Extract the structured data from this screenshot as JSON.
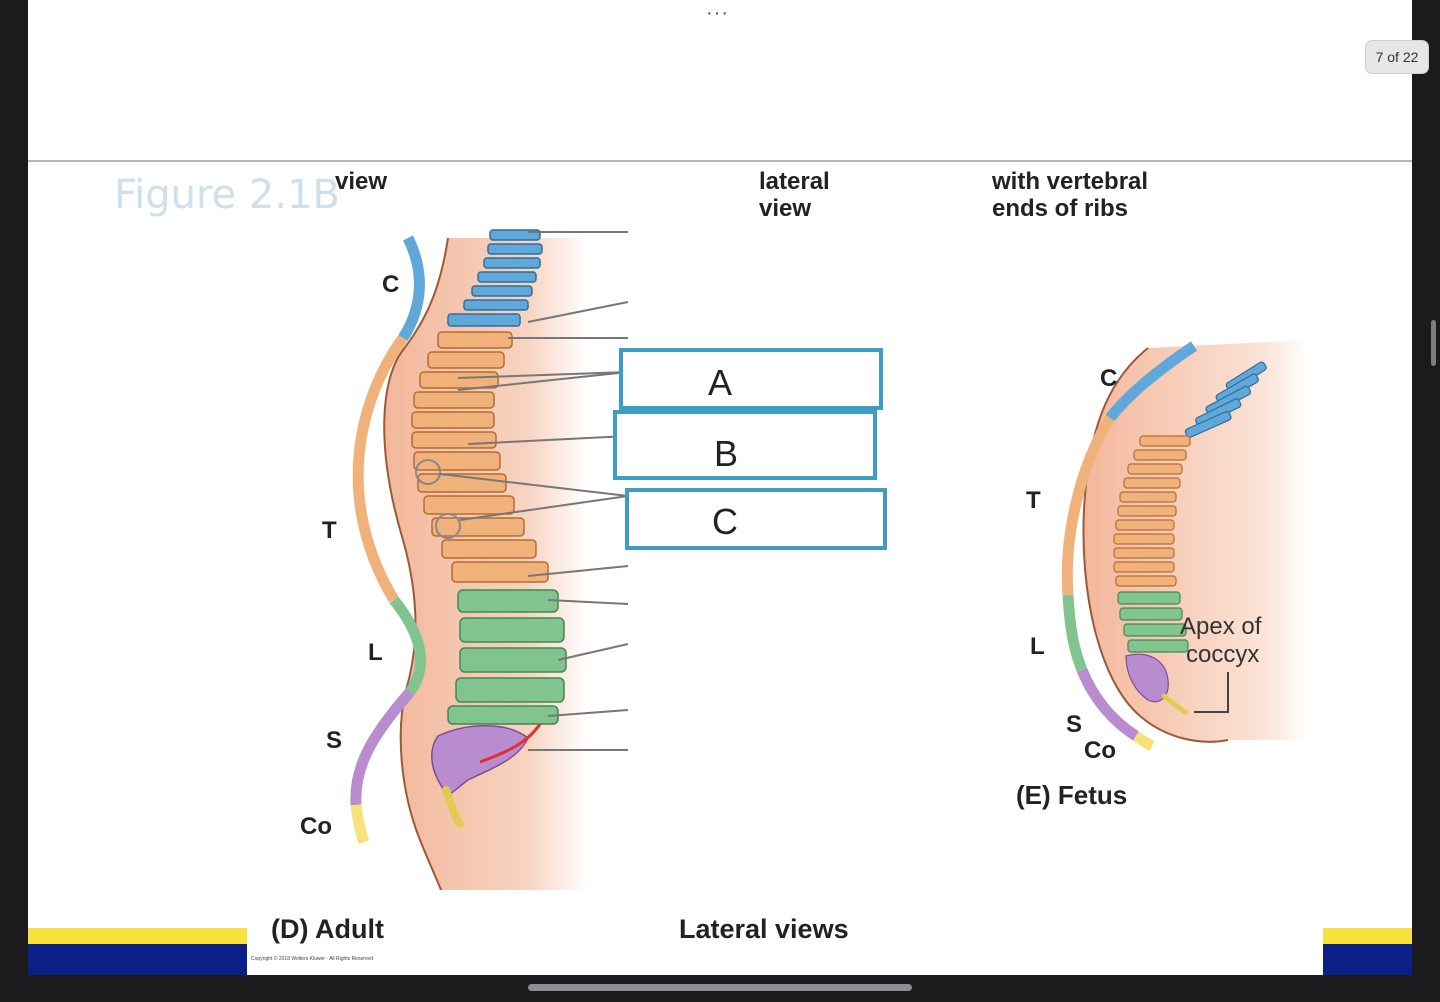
{
  "viewer": {
    "menu_dots": "···",
    "page_indicator": "7 of 22"
  },
  "slide": {
    "figure_title": "Figure 2.1B",
    "headers": [
      "view",
      "lateral\nview",
      "with vertebral\nends of ribs"
    ],
    "caption_adult": "(D)  Adult",
    "caption_lateral": "Lateral views",
    "caption_fetus": "(E)  Fetus",
    "copyright": "Copyright © 2018 Wolters Kluwer · All Rights Reserved",
    "region_labels_adult": [
      "C",
      "T",
      "L",
      "S",
      "Co"
    ],
    "region_labels_fetus": [
      "C",
      "T",
      "L",
      "S",
      "Co"
    ],
    "apex_label": [
      "Apex of",
      "coccyx"
    ],
    "answer_boxes": [
      "A",
      "B",
      "C"
    ]
  },
  "colors": {
    "cervical": "#5fa8d9",
    "thoracic": "#f0b27a",
    "lumbar": "#82c48f",
    "sacral": "#b88ccf",
    "coccyx": "#f6e27a",
    "body": "#f7cdb6",
    "box_border": "#3d9dc4",
    "footer_blue": "#0c1f86",
    "footer_yellow": "#f7e13c"
  }
}
